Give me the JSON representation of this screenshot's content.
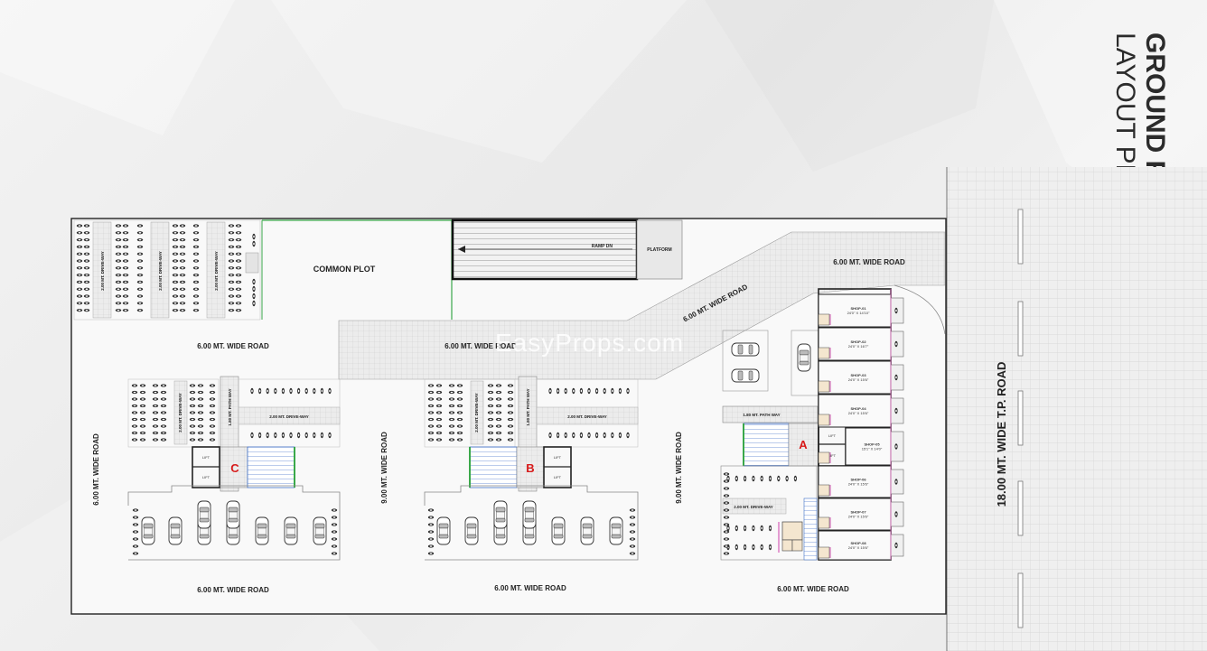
{
  "title": {
    "line1": "GROUND FLOOR",
    "line2": "LAYOUT PLAN"
  },
  "watermark": "EasyProps.com",
  "roads": {
    "main": "18.00 MT. WIDE T.P. ROAD",
    "top_right": "6.00 MT. WIDE ROAD",
    "diagonal": "6.00 MT. WIDE ROAD",
    "upper_left": "6.00 MT. WIDE ROAD",
    "upper_mid": "6.00 MT. WIDE ROAD",
    "left_vertical": "6.00 MT. WIDE ROAD",
    "mid_vertical_1": "9.00 MT. WIDE ROAD",
    "mid_vertical_2": "9.00 MT. WIDE ROAD",
    "bottom_left": "6.00 MT. WIDE ROAD",
    "bottom_mid": "6.00 MT. WIDE ROAD",
    "bottom_right": "6.00 MT. WIDE ROAD"
  },
  "areas": {
    "common_plot": "COMMON PLOT",
    "ramp": "RAMP DN",
    "platform": "PLATFORM"
  },
  "driveways": {
    "top_1": "2.00 MT. DRIVE-WAY",
    "top_2": "2.00 MT. DRIVE-WAY",
    "top_3": "2.00 MT. DRIVE-WAY",
    "c_vertical": "2.00 MT. DRIVE-WAY",
    "c_horizontal": "2.00 MT. DRIVE-WAY",
    "c_path": "1.80 MT. PATH WAY",
    "b_vertical": "2.00 MT. DRIVE-WAY",
    "b_horizontal": "2.00 MT. DRIVE-WAY",
    "b_path": "1.80 MT. PATH WAY",
    "a_path": "1.80 MT. PATH WAY",
    "a_horizontal": "2.00 MT. DRIVE-WAY"
  },
  "blocks": {
    "a": "A",
    "b": "B",
    "c": "C"
  },
  "lift": "LIFT",
  "shops": [
    {
      "name": "SHOP-01",
      "size": "24'0\" X 14'10\""
    },
    {
      "name": "SHOP-02",
      "size": "24'0\" X 16'7\""
    },
    {
      "name": "SHOP-03",
      "size": "24'0\" X 15'6\""
    },
    {
      "name": "SHOP-04",
      "size": "24'0\" X 15'6\""
    },
    {
      "name": "SHOP-05",
      "size": "15'1\" X 14'0\""
    },
    {
      "name": "SHOP-06",
      "size": "24'0\" X 15'6\""
    },
    {
      "name": "SHOP-07",
      "size": "24'0\" X 15'6\""
    },
    {
      "name": "SHOP-08",
      "size": "24'0\" X 15'6\""
    }
  ],
  "colors": {
    "block_label": "#d71a1a",
    "boundary": "#222222",
    "road_fill": "#e8e8e8",
    "green_edge": "#3aa84a",
    "stair_blue": "#3f6fc7",
    "toilet_pink": "#d65fb6"
  }
}
